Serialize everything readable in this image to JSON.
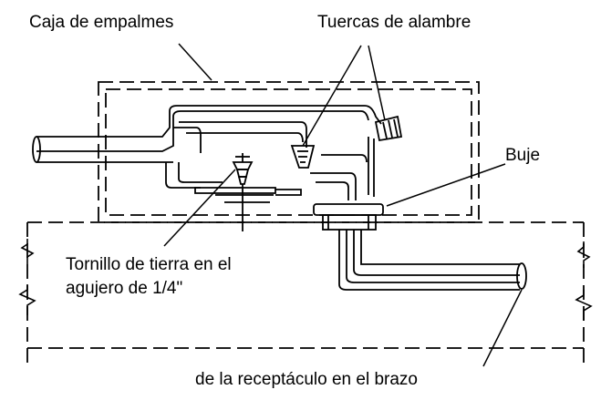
{
  "labels": {
    "junction_box": "Caja de  empalmes",
    "wire_nuts": "Tuercas de alambre",
    "bushing": "Buje",
    "ground_screw_line1": "Tornillo de tierra en el",
    "ground_screw_line2": "agujero de 1/4\"",
    "receptacle_arm": "de la receptáculo en el brazo"
  },
  "colors": {
    "ink": "#000000",
    "background": "#ffffff"
  }
}
